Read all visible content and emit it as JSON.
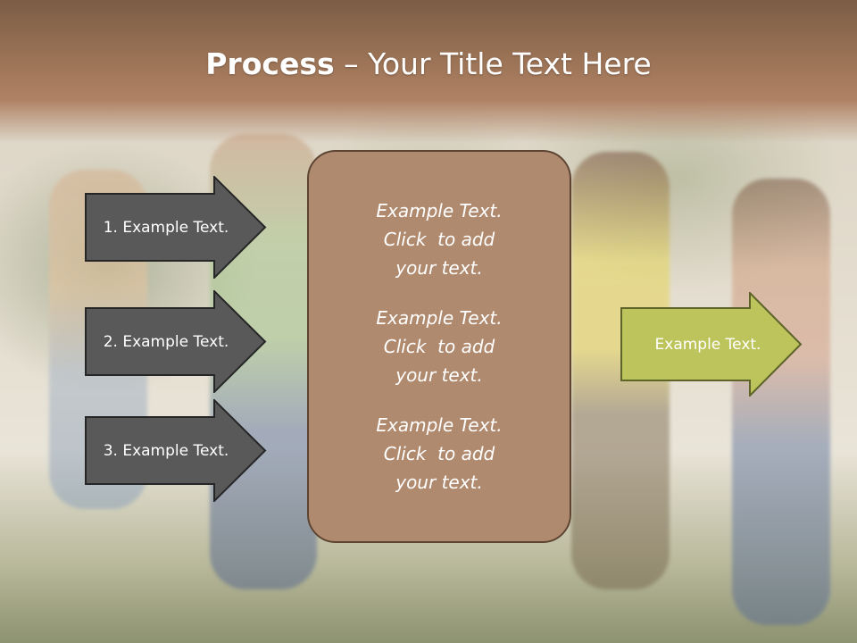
{
  "slide": {
    "title_strong": "Process",
    "title_rest": " – Your Title Text Here"
  },
  "colors": {
    "title_bar": "#9a7255",
    "arrow_dark_fill": "#595959",
    "arrow_dark_stroke": "#262626",
    "center_fill": "#b08a6e",
    "center_stroke": "#5e4533",
    "arrow_green_fill": "#bcc45b",
    "arrow_green_stroke": "#5d6329"
  },
  "left_arrows": [
    {
      "label": "1. Example Text."
    },
    {
      "label": "2. Example Text."
    },
    {
      "label": "3. Example Text."
    }
  ],
  "center_box": {
    "paragraphs": [
      {
        "lines": [
          "Example Text.",
          "Click  to add",
          "your text."
        ]
      },
      {
        "lines": [
          "Example Text.",
          "Click  to add",
          "your text."
        ]
      },
      {
        "lines": [
          "Example Text.",
          "Click  to add",
          "your text."
        ]
      }
    ]
  },
  "right_arrow": {
    "label": "Example Text."
  }
}
